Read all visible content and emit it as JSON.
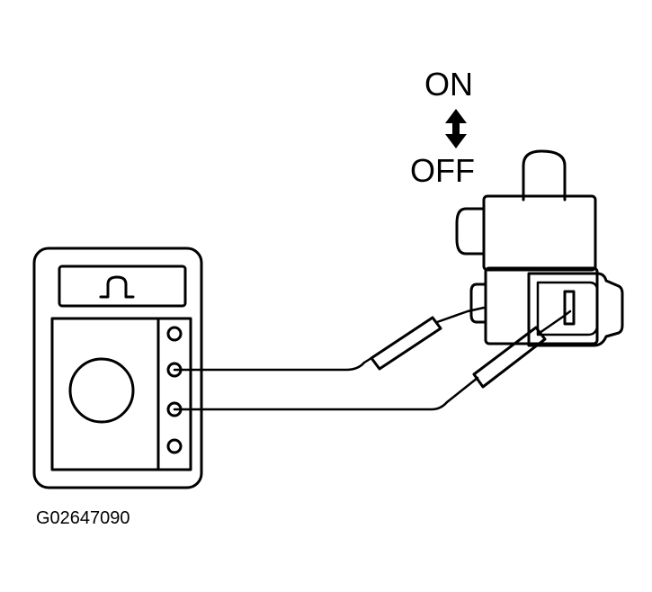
{
  "switch": {
    "on_label": "ON",
    "off_label": "OFF",
    "toggle_icon": "double-arrow-up-down"
  },
  "multimeter": {
    "display_symbol": "continuity-pulse-symbol",
    "terminal_count": 4
  },
  "figure_id": "G02647090",
  "colors": {
    "line": "#000000",
    "background": "#ffffff"
  }
}
